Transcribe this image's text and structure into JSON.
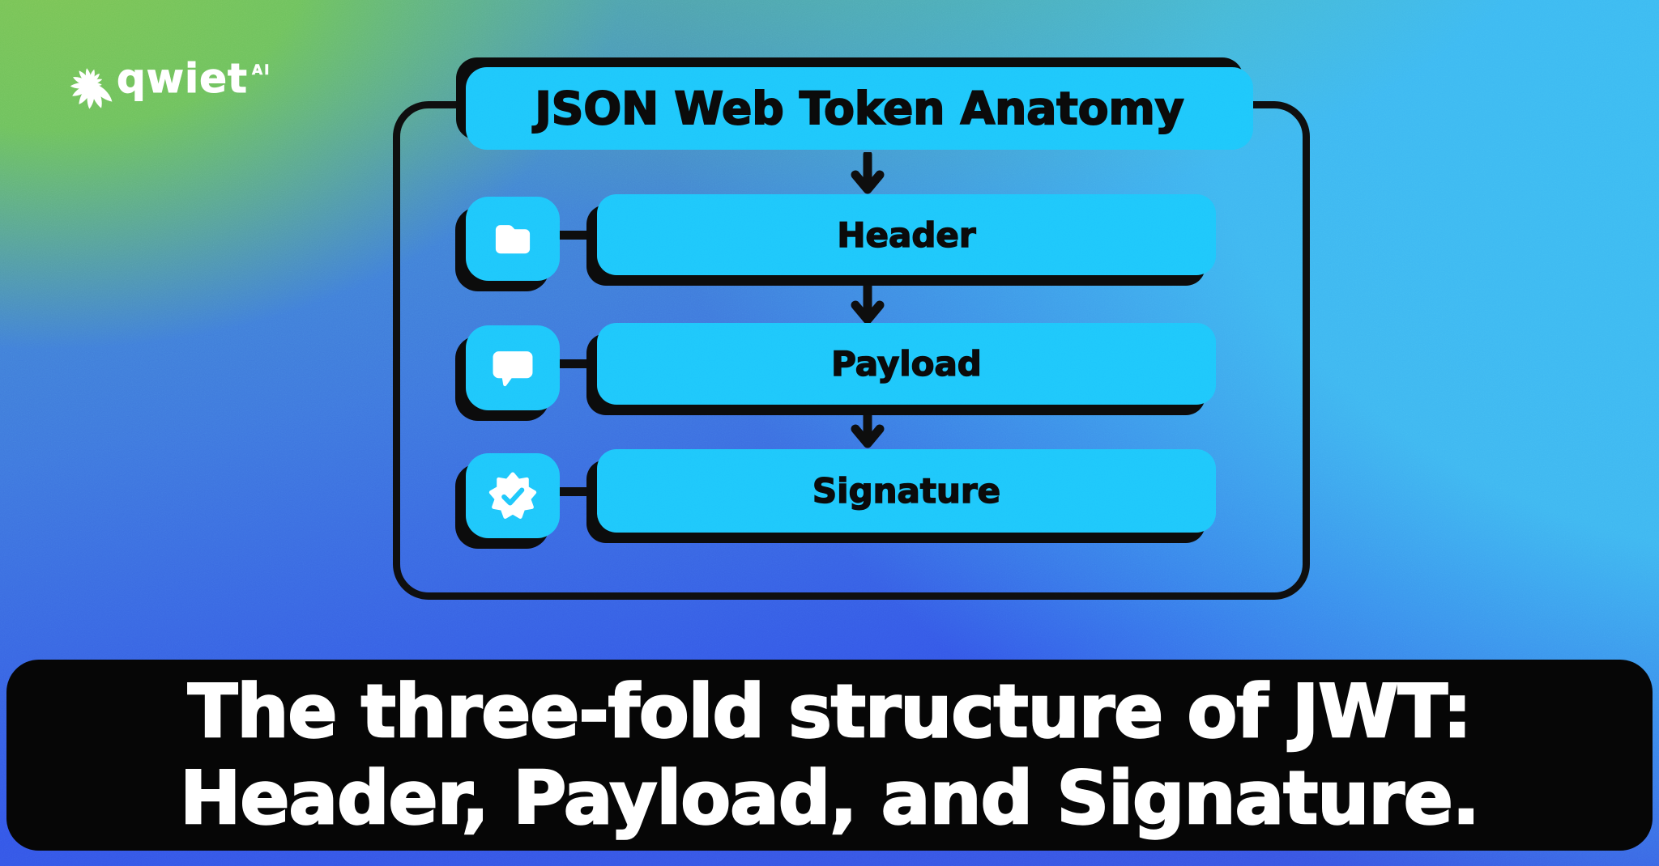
{
  "brand": {
    "name": "qwiet",
    "suffix": "AI",
    "logo_icon": "qwiet-spiral-icon"
  },
  "diagram": {
    "title": "JSON Web Token Anatomy",
    "nodes": [
      {
        "label": "Header",
        "icon": "folder-icon"
      },
      {
        "label": "Payload",
        "icon": "chat-bubble-icon"
      },
      {
        "label": "Signature",
        "icon": "verified-badge-icon"
      }
    ],
    "flow_connector": "arrow-down"
  },
  "caption": {
    "line1": "The three-fold structure of JWT:",
    "line2": "Header, Payload, and Signature."
  },
  "colors": {
    "accent_cyan": "#1ec7fb",
    "outline_black": "#0e0e0e",
    "shadow_black": "#0b0b0b",
    "caption_bg": "#050505",
    "bg_green": "#7dc553",
    "bg_light_blue": "#3bbdf3",
    "bg_deep_blue": "#3a55e2",
    "text_dark": "#0a0a0a",
    "text_light": "#ffffff"
  }
}
